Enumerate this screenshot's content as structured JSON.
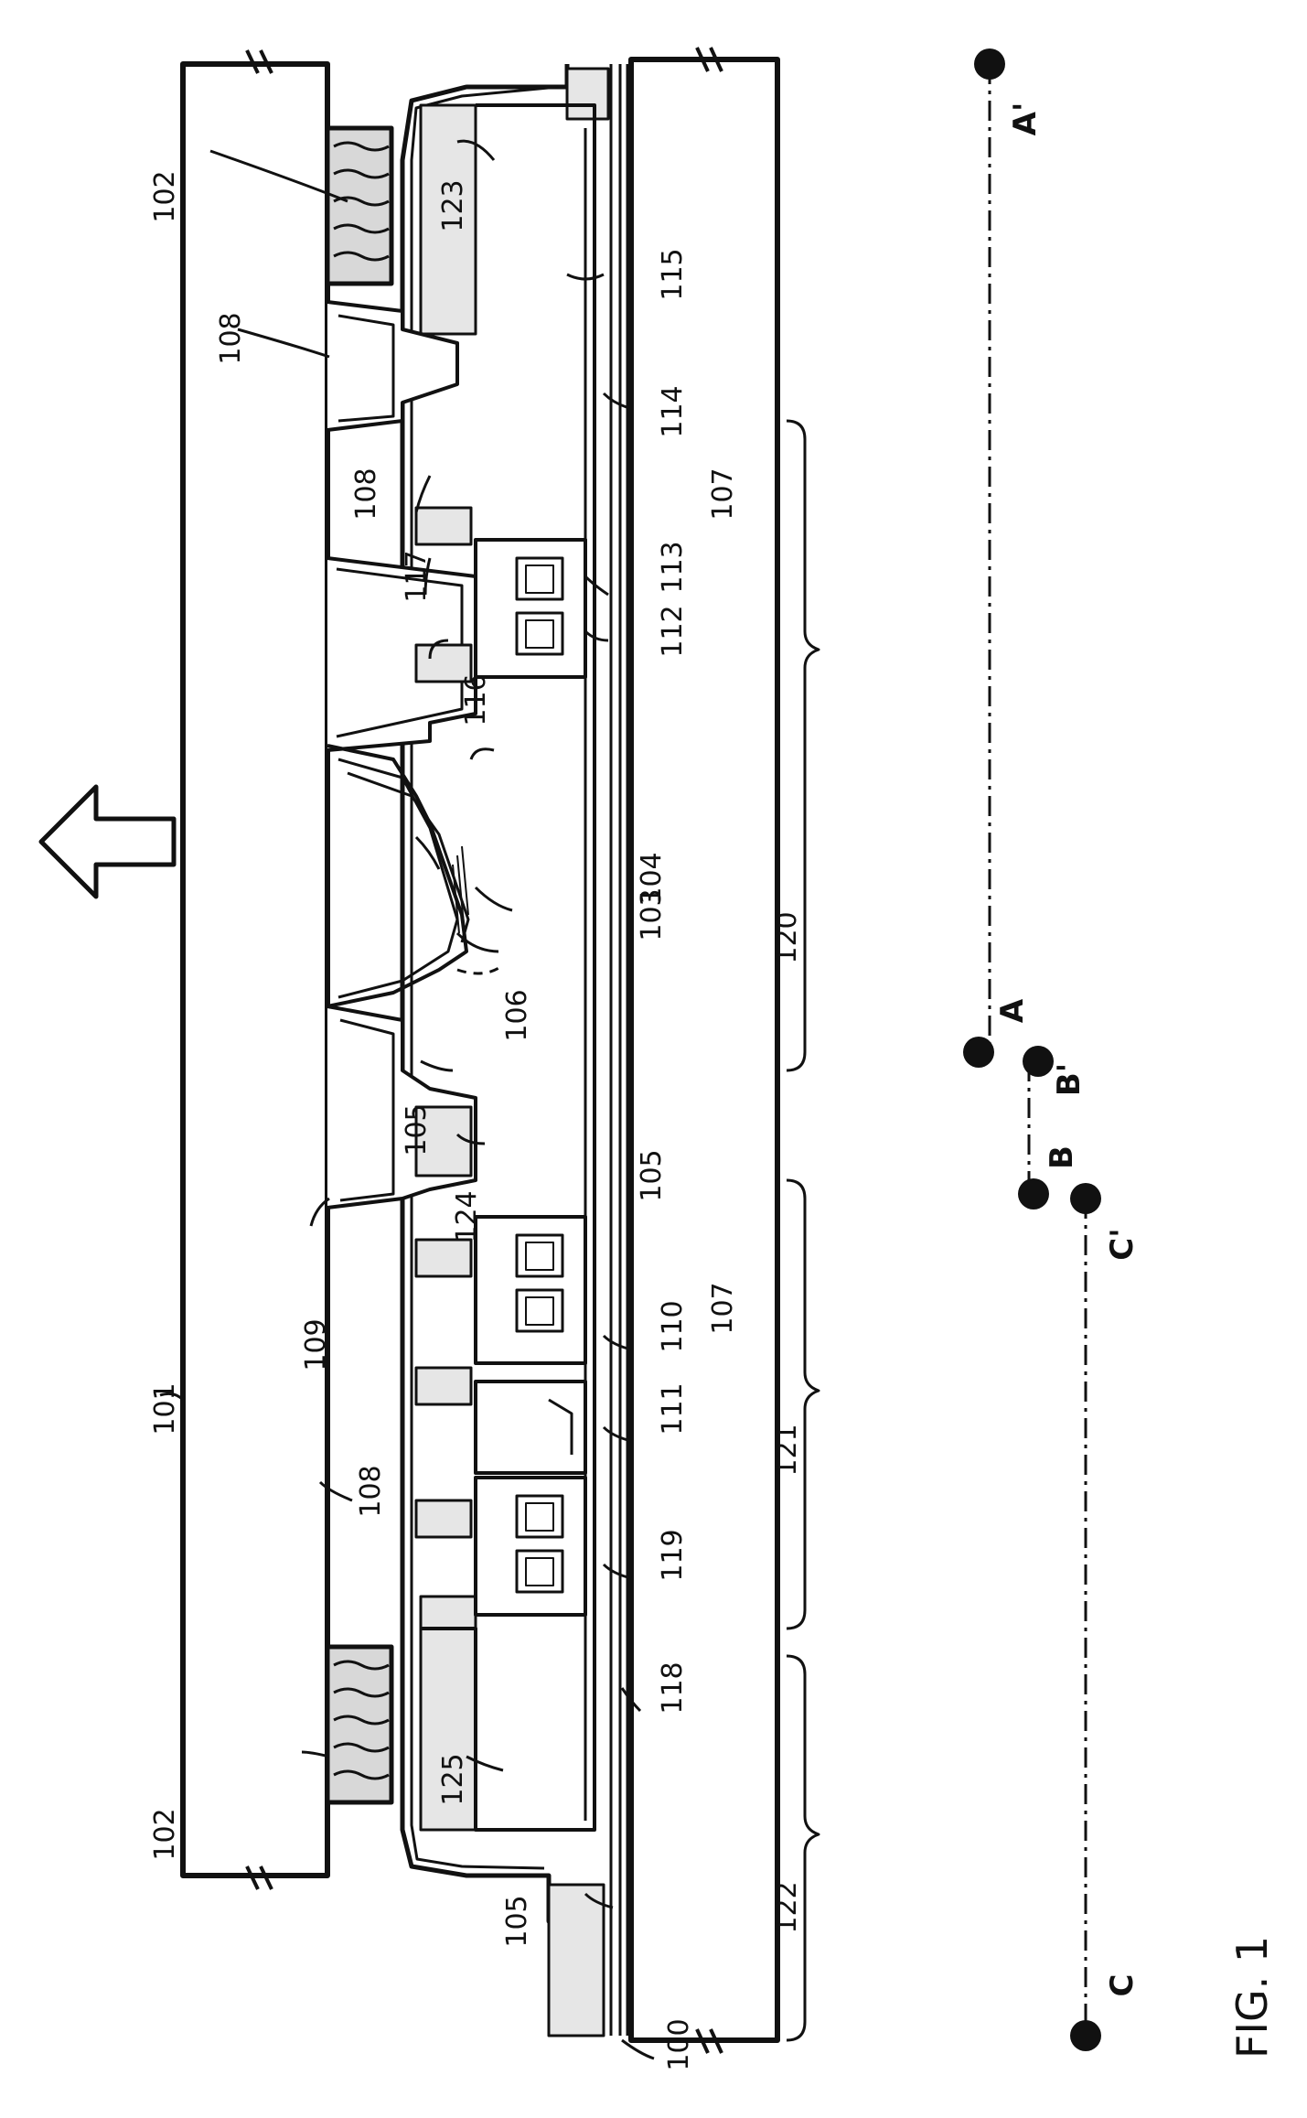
{
  "figure": {
    "caption": "FIG. 1",
    "ref_labels": [
      "100",
      "101",
      "102",
      "102",
      "103",
      "104",
      "105",
      "105",
      "105",
      "106",
      "107",
      "107",
      "108",
      "108",
      "108",
      "109",
      "110",
      "111",
      "112",
      "113",
      "114",
      "115",
      "116",
      "117",
      "118",
      "119",
      "120",
      "121",
      "122",
      "123",
      "124",
      "125"
    ],
    "line_labels": [
      "A'",
      "A",
      "B'",
      "B",
      "C'",
      "C"
    ]
  }
}
